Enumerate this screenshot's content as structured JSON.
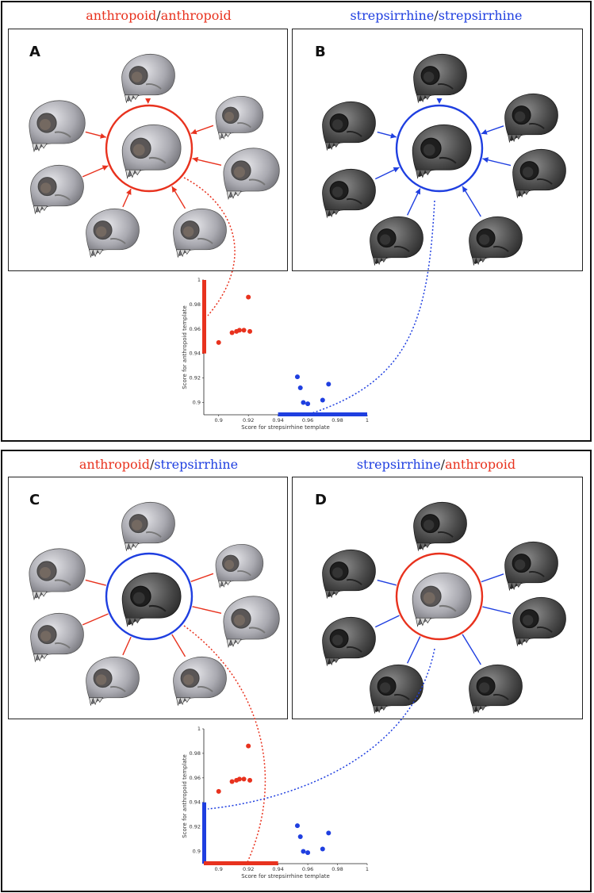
{
  "colors": {
    "anthropoid": "#e8321e",
    "strepsirrhine": "#1f3fe0"
  },
  "icon_names": [
    "skull-icon"
  ],
  "top": {
    "panel_a": {
      "letter": "A",
      "title_left": "anthropoid",
      "title_sep": "/",
      "title_right": "anthropoid"
    },
    "panel_b": {
      "letter": "B",
      "title_left": "strepsirrhine",
      "title_sep": "/",
      "title_right": "strepsirrhine"
    }
  },
  "bottom": {
    "panel_c": {
      "letter": "C",
      "title_left": "anthropoid",
      "title_sep": "/",
      "title_right": "strepsirrhine"
    },
    "panel_d": {
      "letter": "D",
      "title_left": "strepsirrhine",
      "title_sep": "/",
      "title_right": "anthropoid"
    }
  },
  "chart_data": [
    {
      "type": "scatter",
      "xlabel": "Score for strepsirrhine template",
      "ylabel": "Score for anthropoid template",
      "xlim": [
        0.89,
        1.0
      ],
      "ylim": [
        0.89,
        1.0
      ],
      "x_ticks": [
        "0.9",
        "0.92",
        "0.94",
        "0.96",
        "0.98",
        "1"
      ],
      "y_ticks": [
        "0.9",
        "0.92",
        "0.94",
        "0.96",
        "0.98",
        "1"
      ],
      "series": [
        {
          "color": "#e8321e",
          "points": [
            [
              0.9,
              0.949
            ],
            [
              0.909,
              0.957
            ],
            [
              0.912,
              0.958
            ],
            [
              0.914,
              0.959
            ],
            [
              0.917,
              0.959
            ],
            [
              0.92,
              0.986
            ],
            [
              0.921,
              0.958
            ]
          ]
        },
        {
          "color": "#1f3fe0",
          "points": [
            [
              0.953,
              0.921
            ],
            [
              0.955,
              0.912
            ],
            [
              0.957,
              0.9
            ],
            [
              0.96,
              0.899
            ],
            [
              0.97,
              0.902
            ],
            [
              0.974,
              0.915
            ]
          ]
        }
      ],
      "axis_bars": [
        {
          "axis": "y",
          "range": [
            0.94,
            1.0
          ],
          "color": "#e8321e"
        },
        {
          "axis": "x",
          "range": [
            0.94,
            1.0
          ],
          "color": "#1f3fe0"
        }
      ]
    },
    {
      "type": "scatter",
      "xlabel": "Score for strepsirrhine template",
      "ylabel": "Score for anthropoid template",
      "xlim": [
        0.89,
        1.0
      ],
      "ylim": [
        0.89,
        1.0
      ],
      "x_ticks": [
        "0.9",
        "0.92",
        "0.94",
        "0.96",
        "0.98",
        "1"
      ],
      "y_ticks": [
        "0.9",
        "0.92",
        "0.94",
        "0.96",
        "0.98",
        "1"
      ],
      "series": [
        {
          "color": "#e8321e",
          "points": [
            [
              0.9,
              0.949
            ],
            [
              0.909,
              0.957
            ],
            [
              0.912,
              0.958
            ],
            [
              0.914,
              0.959
            ],
            [
              0.917,
              0.959
            ],
            [
              0.92,
              0.986
            ],
            [
              0.921,
              0.958
            ]
          ]
        },
        {
          "color": "#1f3fe0",
          "points": [
            [
              0.953,
              0.921
            ],
            [
              0.955,
              0.912
            ],
            [
              0.957,
              0.9
            ],
            [
              0.96,
              0.899
            ],
            [
              0.97,
              0.902
            ],
            [
              0.974,
              0.915
            ]
          ]
        }
      ],
      "axis_bars": [
        {
          "axis": "y",
          "range": [
            0.89,
            0.94
          ],
          "color": "#1f3fe0"
        },
        {
          "axis": "x",
          "range": [
            0.89,
            0.94
          ],
          "color": "#e8321e"
        }
      ]
    }
  ]
}
